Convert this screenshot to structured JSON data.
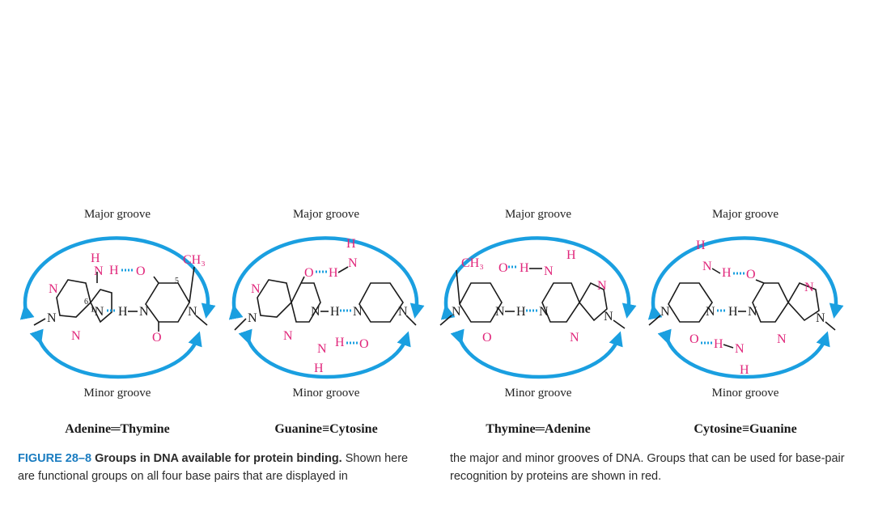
{
  "panels": [
    {
      "major": "Major groove",
      "minor": "Minor groove",
      "name": "Adenine═Thymine"
    },
    {
      "major": "Major groove",
      "minor": "Minor groove",
      "name": "Guanine≡Cytosine"
    },
    {
      "major": "Major groove",
      "minor": "Minor groove",
      "name": "Thymine═Adenine"
    },
    {
      "major": "Major groove",
      "minor": "Minor groove",
      "name": "Cytosine≡Guanine"
    }
  ],
  "atoms": {
    "N": "N",
    "H": "H",
    "O": "O",
    "CH3": "CH₃",
    "N1": "¹N",
    "six": "6",
    "five": "5"
  },
  "caption": {
    "figure_number": "FIGURE 28–8",
    "bold_text": "Groups in DNA available for protein binding.",
    "text_left": "Shown here are functional groups on all four base pairs that are displayed in",
    "text_right": "the major and minor grooves of DNA. Groups that can be used for base-pair recognition by proteins are shown in red."
  },
  "colors": {
    "arrow": "#1a9fe0",
    "highlight": "#e0257a",
    "caption_number": "#1a7cc0"
  }
}
